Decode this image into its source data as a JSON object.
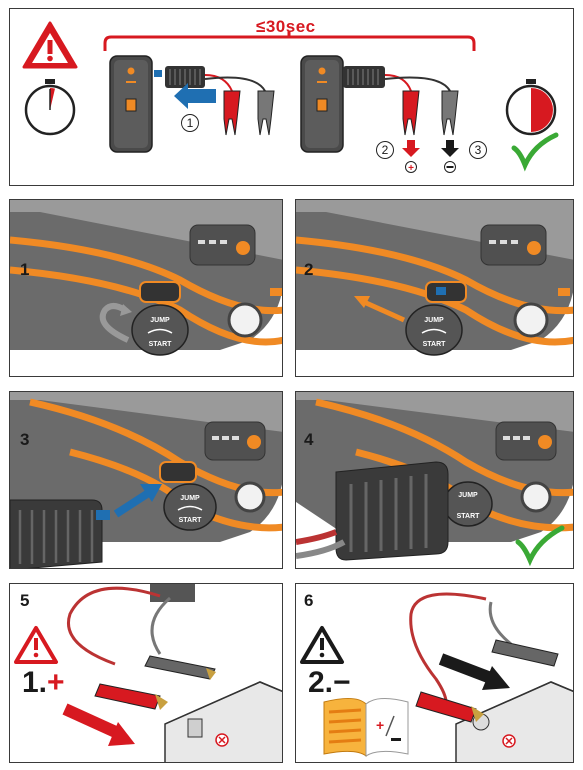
{
  "overview": {
    "time_limit": "≤30sec",
    "callouts": [
      "1",
      "2",
      "3"
    ]
  },
  "steps": [
    {
      "number": "1",
      "cap_text": [
        "JUMP",
        "START"
      ]
    },
    {
      "number": "2",
      "cap_text": [
        "JUMP",
        "START"
      ]
    },
    {
      "number": "3",
      "cap_text": [
        "JUMP",
        "START"
      ]
    },
    {
      "number": "4",
      "cap_text": [
        "JUMP",
        "START"
      ]
    },
    {
      "number": "5",
      "sequence_label": "1.",
      "sequence_sign": "+"
    },
    {
      "number": "6",
      "sequence_label": "2.",
      "sequence_sign": "−"
    }
  ],
  "colors": {
    "warning_red": "#d71920",
    "check_green": "#3aa935",
    "device_orange": "#f08a24",
    "arrow_blue": "#1f6fb2"
  },
  "icons": [
    "warning-triangle-icon",
    "stopwatch-icon",
    "checkmark-icon",
    "arrow-icon",
    "manual-book-icon"
  ]
}
